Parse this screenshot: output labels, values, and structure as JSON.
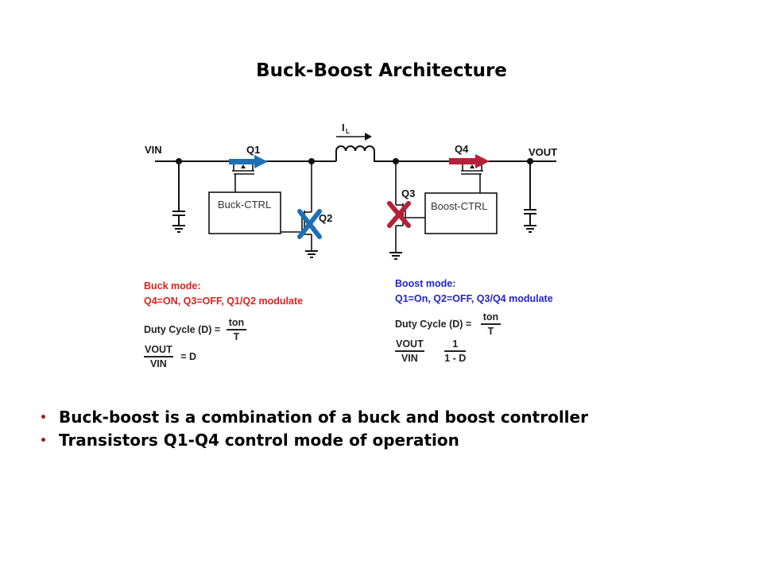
{
  "slide": {
    "title": "Buck-Boost Architecture"
  },
  "circuit": {
    "labels": {
      "vin": "VIN",
      "vout": "VOUT",
      "q1": "Q1",
      "q2": "Q2",
      "q3": "Q3",
      "q4": "Q4",
      "inductor_current": "I",
      "inductor_current_sub": "L",
      "buck_ctrl": "Buck-CTRL",
      "boost_ctrl": "Boost-CTRL"
    },
    "colors": {
      "buck_accent": "#1f6fb5",
      "boost_accent": "#b5213a",
      "buck_mode_text": "#e0201f",
      "boost_mode_text": "#2323c8",
      "wire": "#111111"
    },
    "annotations": {
      "q1": "active-arrow",
      "q2": "disabled-x",
      "q3": "disabled-x",
      "q4": "active-arrow"
    }
  },
  "buck_mode": {
    "title": "Buck mode:",
    "condition": "Q4=ON, Q3=OFF, Q1/Q2 modulate",
    "duty_label": "Duty Cycle (D) =",
    "duty_num": "ton",
    "duty_den": "T",
    "ratio_num": "VOUT",
    "ratio_den": "VIN",
    "ratio_eq": "= D"
  },
  "boost_mode": {
    "title": "Boost mode:",
    "condition": "Q1=On, Q2=OFF, Q3/Q4 modulate",
    "duty_label": "Duty Cycle (D) =",
    "duty_num": "ton",
    "duty_den": "T",
    "ratio_num": "VOUT",
    "ratio_den": "VIN",
    "result_num": "1",
    "result_den": "1 - D"
  },
  "bullets": [
    "Buck-boost is a combination of a buck and boost controller",
    "Transistors Q1-Q4 control mode of operation"
  ]
}
